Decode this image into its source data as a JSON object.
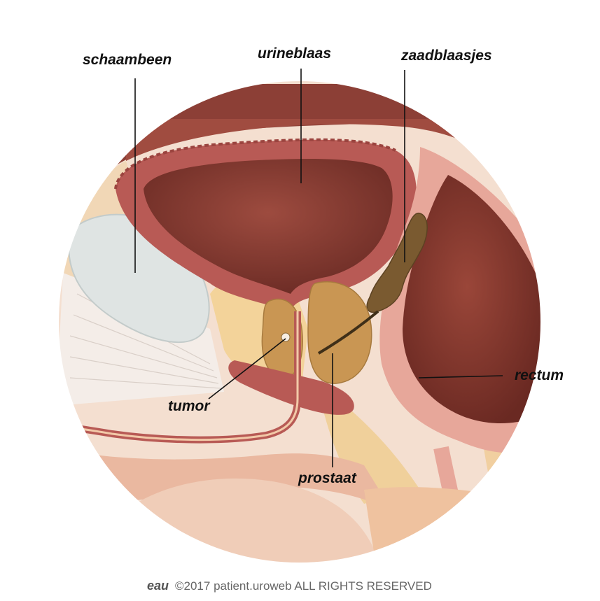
{
  "labels": {
    "pubic_bone": "schaambeen",
    "bladder": "urineblaas",
    "seminal_vesicles": "zaadblaasjes",
    "rectum": "rectum",
    "tumor": "tumor",
    "prostate": "prostaat"
  },
  "footer": {
    "logo": "eau",
    "copyright": "©2017 patient.uroweb ALL RIGHTS RESERVED"
  },
  "colors": {
    "skin": "#f2c9a8",
    "muscle": "#b85a55",
    "bladder_inner": "#8e4237",
    "bladder_dark": "#6e2d26",
    "fat": "#f3d39a",
    "gland": "#c99653",
    "vesicle": "#7a5a30",
    "bone": "#dfe4e3",
    "rectum_wall": "#e7a79a",
    "rectum_inner": "#8a3c33",
    "background": "#f4dfd0"
  }
}
